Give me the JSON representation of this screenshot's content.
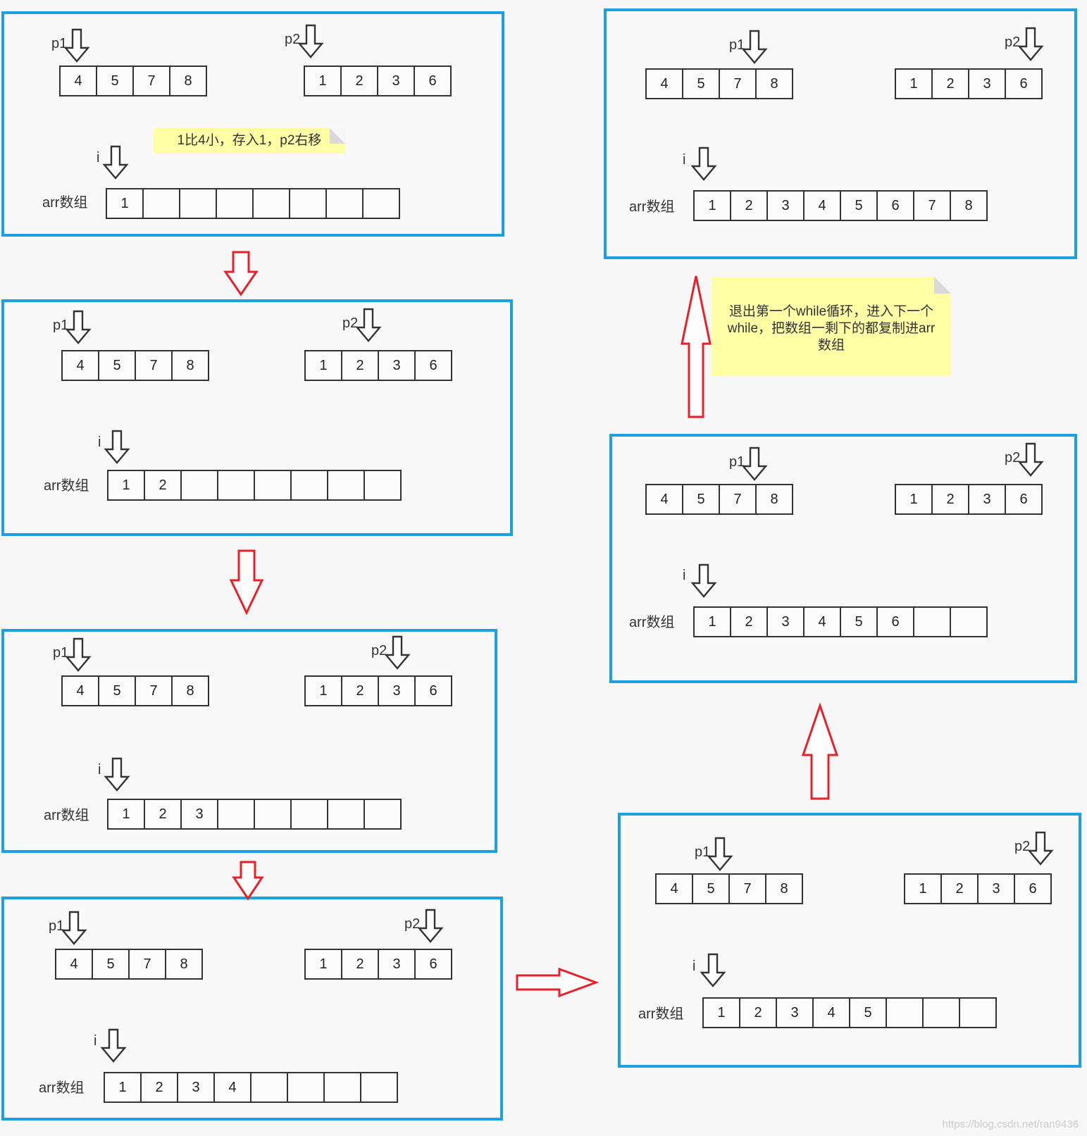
{
  "labels": {
    "p1": "p1",
    "p2": "p2",
    "i": "i",
    "arr": "arr数组"
  },
  "colors": {
    "frame": "#1ba1e2",
    "flow_arrow": "#e8202a",
    "note_bg": "#ffffa6"
  },
  "notes": {
    "step1": "1比4小，存入1，p2右移",
    "exit": "退出第一个while循环，进入下一个while，把数组一剩下的都复制进arr数组"
  },
  "watermark": "https://blog.csdn.net/ran9436",
  "steps": [
    {
      "id": "step-1",
      "left": [
        "4",
        "5",
        "7",
        "8"
      ],
      "right": [
        "1",
        "2",
        "3",
        "6"
      ],
      "arr": [
        "1",
        "",
        "",
        "",
        "",
        "",
        "",
        ""
      ]
    },
    {
      "id": "step-2",
      "left": [
        "4",
        "5",
        "7",
        "8"
      ],
      "right": [
        "1",
        "2",
        "3",
        "6"
      ],
      "arr": [
        "1",
        "2",
        "",
        "",
        "",
        "",
        "",
        ""
      ]
    },
    {
      "id": "step-3",
      "left": [
        "4",
        "5",
        "7",
        "8"
      ],
      "right": [
        "1",
        "2",
        "3",
        "6"
      ],
      "arr": [
        "1",
        "2",
        "3",
        "",
        "",
        "",
        "",
        ""
      ]
    },
    {
      "id": "step-4",
      "left": [
        "4",
        "5",
        "7",
        "8"
      ],
      "right": [
        "1",
        "2",
        "3",
        "6"
      ],
      "arr": [
        "1",
        "2",
        "3",
        "4",
        "",
        "",
        "",
        ""
      ]
    },
    {
      "id": "step-5",
      "left": [
        "4",
        "5",
        "7",
        "8"
      ],
      "right": [
        "1",
        "2",
        "3",
        "6"
      ],
      "arr": [
        "1",
        "2",
        "3",
        "4",
        "5",
        "",
        "",
        ""
      ]
    },
    {
      "id": "step-6",
      "left": [
        "4",
        "5",
        "7",
        "8"
      ],
      "right": [
        "1",
        "2",
        "3",
        "6"
      ],
      "arr": [
        "1",
        "2",
        "3",
        "4",
        "5",
        "6",
        "",
        ""
      ]
    },
    {
      "id": "step-7",
      "left": [
        "4",
        "5",
        "7",
        "8"
      ],
      "right": [
        "1",
        "2",
        "3",
        "6"
      ],
      "arr": [
        "1",
        "2",
        "3",
        "4",
        "5",
        "6",
        "7",
        "8"
      ]
    }
  ]
}
